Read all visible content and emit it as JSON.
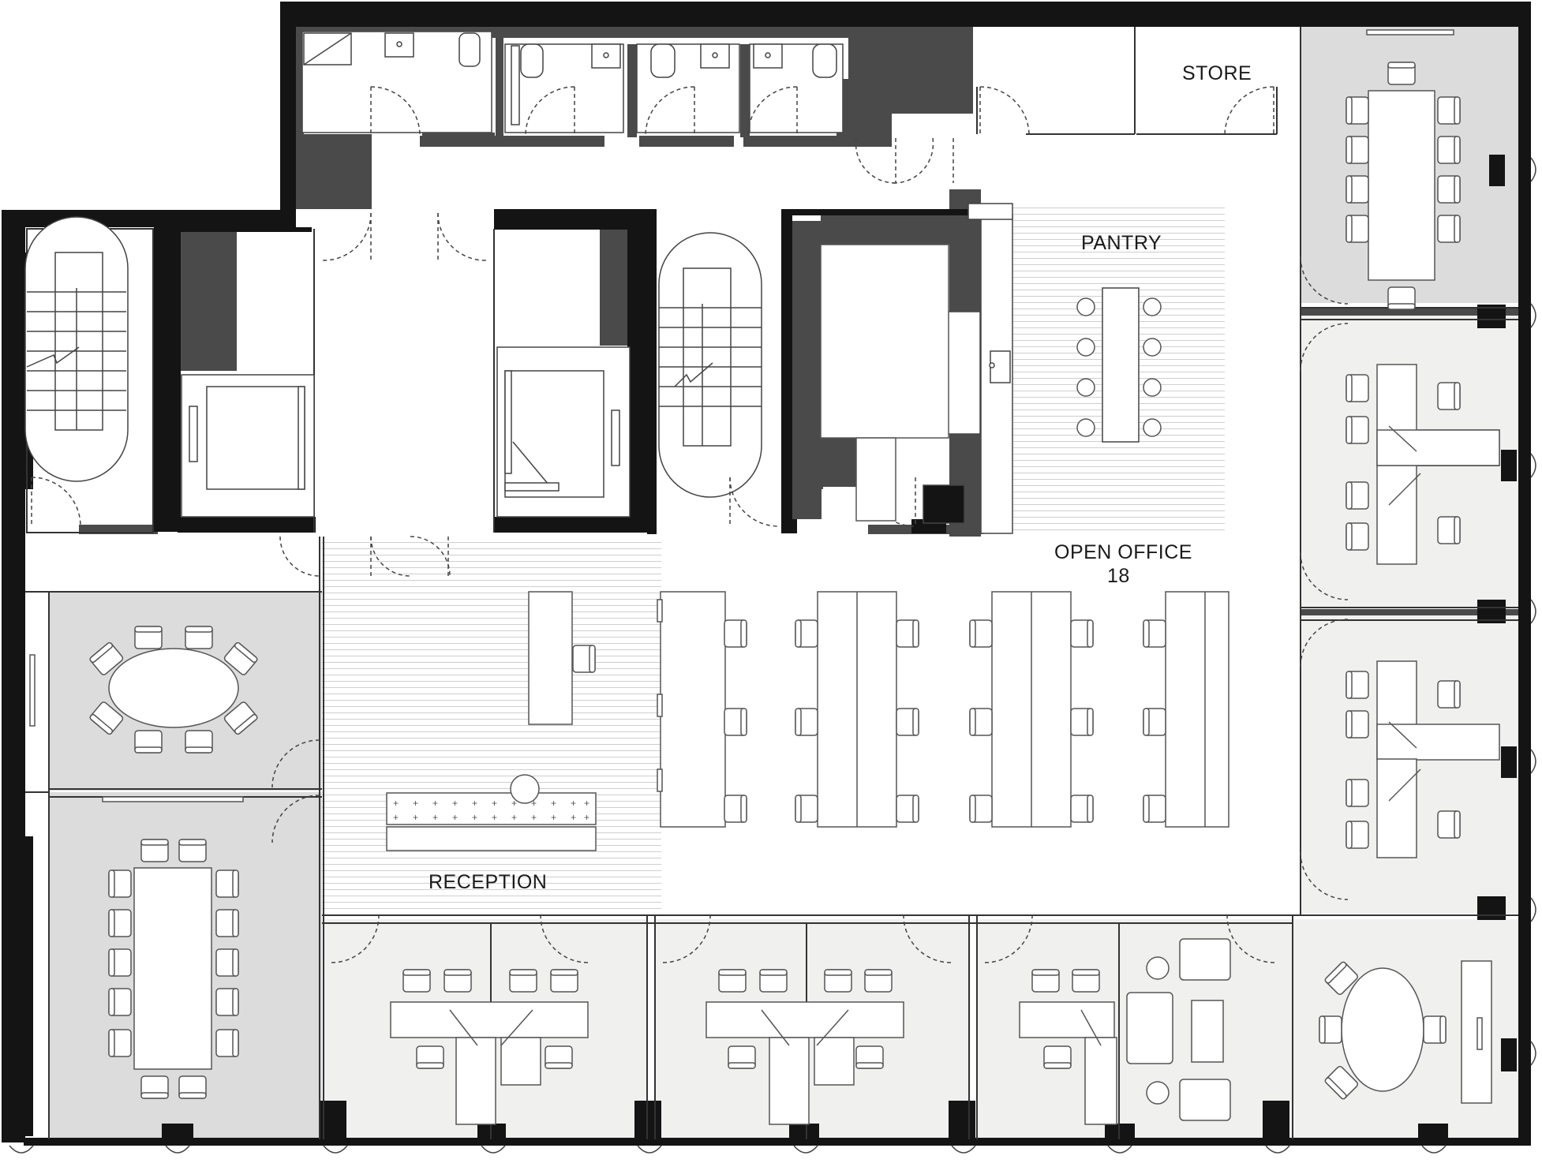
{
  "labels": {
    "store": "STORE",
    "pantry": "PANTRY",
    "open_office": "OPEN OFFICE",
    "open_office_count": "18",
    "reception": "RECEPTION"
  },
  "colors": {
    "wall": "#141414",
    "dark_fill": "#4a4a4a",
    "room_grey": "#dcdcdc",
    "room_light": "#f0f0ef",
    "hatch": "#c8c8c8",
    "furniture_stroke": "#555555"
  }
}
